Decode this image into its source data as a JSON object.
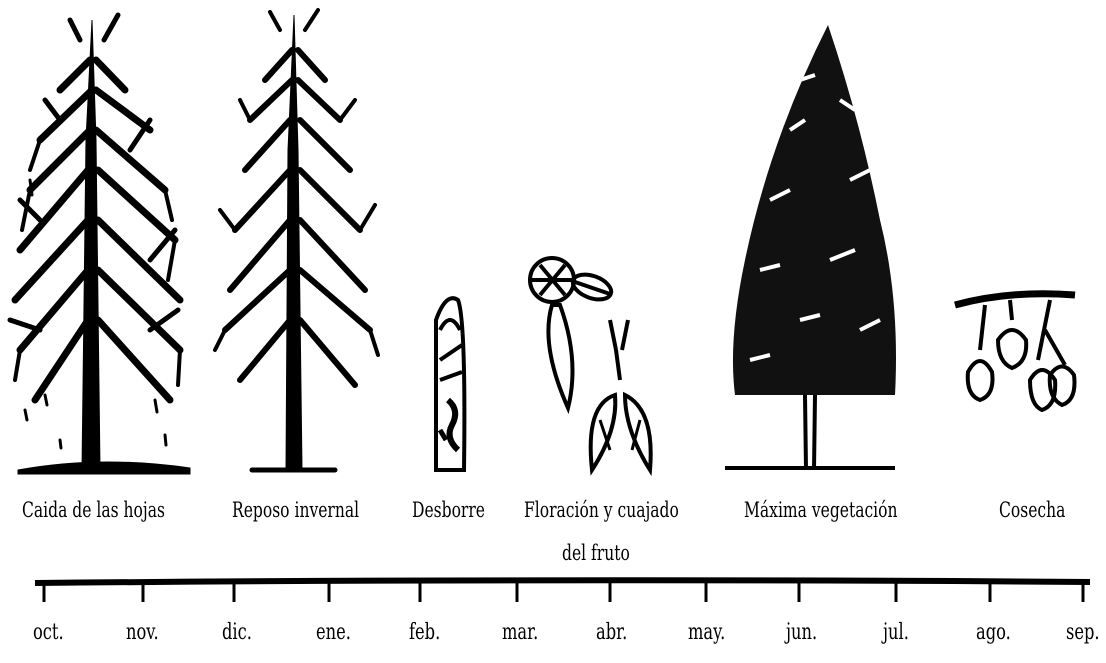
{
  "stages": [
    {
      "id": "leaf-fall",
      "label": "Caida de las hojas"
    },
    {
      "id": "winter-rest",
      "label": "Reposo invernal"
    },
    {
      "id": "budbreak",
      "label": "Desborre"
    },
    {
      "id": "flowering",
      "label_line1": "Floración y cuajado",
      "label_line2": "del fruto"
    },
    {
      "id": "max-vegetation",
      "label": "Máxima vegetación"
    },
    {
      "id": "harvest",
      "label": "Cosecha"
    }
  ],
  "months": [
    "oct.",
    "nov.",
    "dic.",
    "ene.",
    "feb.",
    "mar.",
    "abr.",
    "may.",
    "jun.",
    "jul.",
    "ago.",
    "sep."
  ]
}
